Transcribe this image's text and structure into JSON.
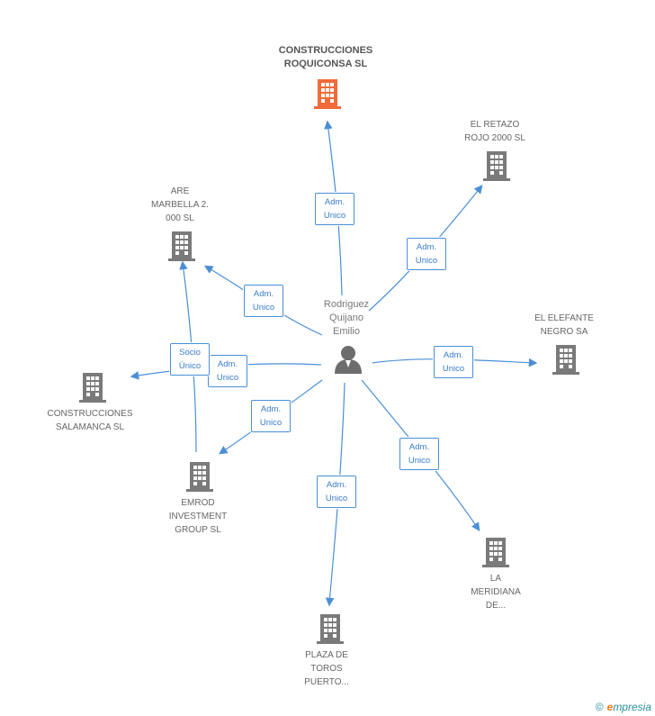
{
  "diagram": {
    "center": {
      "label": "Rodriguez\nQuijano\nEmilio"
    },
    "companies": [
      {
        "id": "construcciones-roquiconsa",
        "label": "CONSTRUCCIONES\nROQUICONSA SL",
        "highlight": true
      },
      {
        "id": "el-retazo",
        "label": "EL RETAZO\nROJO 2000 SL"
      },
      {
        "id": "are-marbella",
        "label": "ARE\nMARBELLA 2.\n000 SL"
      },
      {
        "id": "el-elefante",
        "label": "EL ELEFANTE\nNEGRO SA"
      },
      {
        "id": "construcciones-salamanca",
        "label": "CONSTRUCCIONES\nSALAMANCA SL"
      },
      {
        "id": "emrod",
        "label": "EMROD\nINVESTMENT\nGROUP SL"
      },
      {
        "id": "la-meridiana",
        "label": "LA\nMERIDIANA\nDE..."
      },
      {
        "id": "plaza-de-toros",
        "label": "PLAZA DE\nTOROS\nPUERTO..."
      }
    ],
    "edges": [
      {
        "id": "e1",
        "label": "Adm.\nUnico"
      },
      {
        "id": "e2",
        "label": "Adm.\nUnico"
      },
      {
        "id": "e3",
        "label": "Adm.\nUnico"
      },
      {
        "id": "e4",
        "label": "Adm.\nUnico"
      },
      {
        "id": "e5",
        "label": "Adm.\nUnico"
      },
      {
        "id": "e6",
        "label": "Adm.\nUnico"
      },
      {
        "id": "e7",
        "label": "Adm.\nUnico"
      },
      {
        "id": "e8",
        "label": "Adm.\nUnico"
      },
      {
        "id": "e9",
        "label": "Socio\nÚnico"
      }
    ],
    "colors": {
      "highlight": "#f26b3a",
      "building": "#7a7a7a",
      "edge": "#4a8fd6",
      "person": "#6d6d6d"
    }
  },
  "footer": {
    "copyright_symbol": "©",
    "brand_e": "e",
    "brand_rest": "mpresia"
  }
}
